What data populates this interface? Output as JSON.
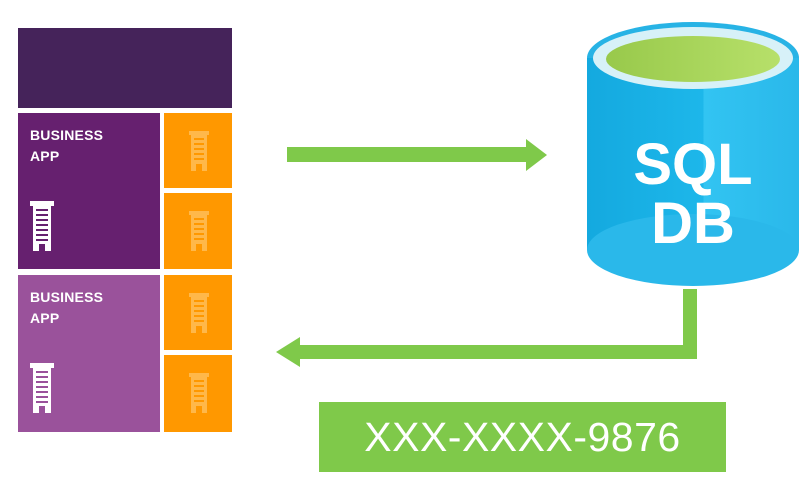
{
  "colors": {
    "top_tile": "#45235a",
    "business_app_1": "#66206f",
    "business_app_2": "#9a529b",
    "small_tiles": "#ff9800",
    "arrow": "#7fc94a",
    "database_left": "#1fb3e6",
    "database_right": "#2ab8ea",
    "database_top": "#9fd35a",
    "result_box": "#7fc94a",
    "text": "#ffffff"
  },
  "business_apps": [
    {
      "label": "BUSINESS\nAPP",
      "icon": "building-icon"
    },
    {
      "label": "BUSINESS\nAPP",
      "icon": "building-icon"
    }
  ],
  "small_tiles": [
    {
      "icon": "building-icon"
    },
    {
      "icon": "building-icon"
    },
    {
      "icon": "building-icon"
    },
    {
      "icon": "building-icon"
    }
  ],
  "database": {
    "line1": "SQL",
    "line2": "DB"
  },
  "result": {
    "text": "XXX-XXXX-9876"
  }
}
